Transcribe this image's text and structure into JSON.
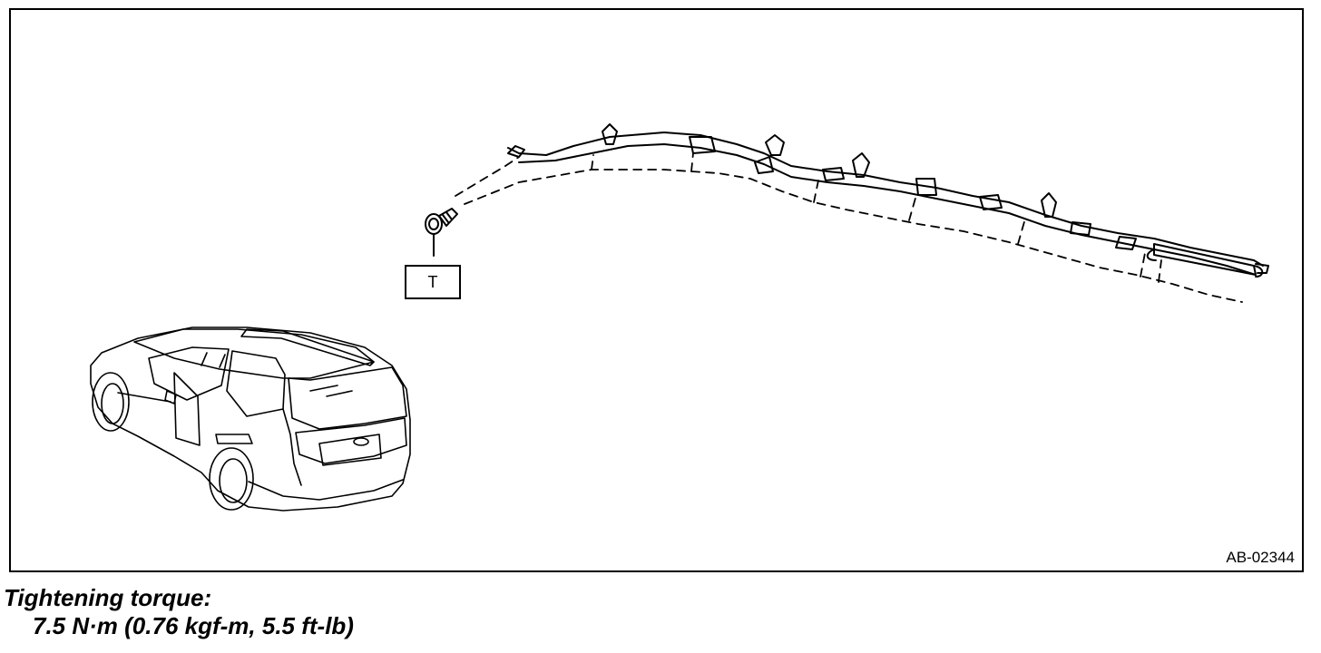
{
  "figure": {
    "callout_label": "T",
    "reference_code": "AB-02344"
  },
  "caption": {
    "heading": "Tightening torque:",
    "value": "7.5 N·m (0.76 kgf-m, 5.5 ft-lb)"
  },
  "icons": {
    "bolt": "bolt-icon",
    "car": "station-wagon-illustration",
    "airbag": "curtain-airbag-module"
  }
}
